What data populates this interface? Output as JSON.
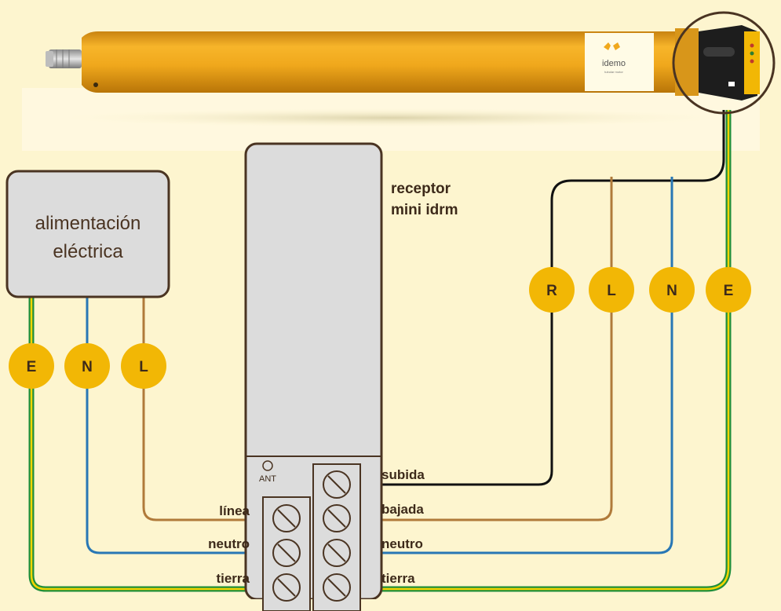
{
  "colors": {
    "background": "#fdf5cf",
    "badge": "#f2b705",
    "wire_earth_outer": "#1f8f3a",
    "wire_earth_inner": "#f2d500",
    "wire_neutral": "#2877b5",
    "wire_line": "#b07a3a",
    "wire_signal": "#111111",
    "motor_tube": "#f0a81c"
  },
  "motor": {
    "brand": "idemo",
    "brand_sub": "tubular motor"
  },
  "power_box": {
    "line1": "alimentación",
    "line2": "eléctrica"
  },
  "receiver": {
    "title_line1": "receptor",
    "title_line2": "mini idrm",
    "ant_label": "ANT"
  },
  "left_badges": [
    "E",
    "N",
    "L"
  ],
  "right_badges": [
    "R",
    "L",
    "N",
    "E"
  ],
  "left_terminal_labels": {
    "line": "línea",
    "neutral": "neutro",
    "earth": "tierra"
  },
  "right_terminal_labels": {
    "up": "subida",
    "down": "bajada",
    "neutral": "neutro",
    "earth": "tierra"
  }
}
